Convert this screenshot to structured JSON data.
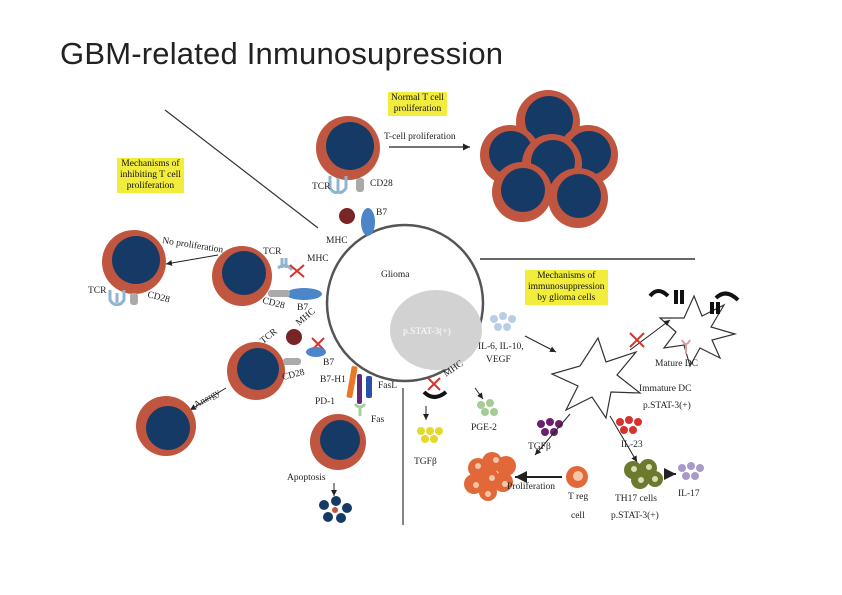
{
  "slide": {
    "title": "GBM-related Inmunosupression"
  },
  "boxes": {
    "normal": "Normal T cell\nproliferation",
    "inhibit": "Mechanisms of\ninhibiting T cell\nproliferation",
    "glioma_mech": "Mechanisms of\nimmunosuppression\nby glioma cells"
  },
  "labels": {
    "tcell_prolif": "T-cell proliferation",
    "tcr": "TCR",
    "cd28": "CD28",
    "b7": "B7",
    "mhc": "MHC",
    "no_prolif": "No proliferation",
    "glioma": "Glioma",
    "pstat": "p.STAT-3(+)",
    "anergy": "Anergy",
    "b7h1": "B7-H1",
    "pd1": "PD-1",
    "fasl": "FasL",
    "fas": "Fas",
    "apoptosis": "Apoptosis",
    "il6": "IL-6, IL-10,",
    "vegf": "VEGF",
    "pge2": "PGE-2",
    "tgfb": "TGFβ",
    "mature_dc": "Mature DC",
    "immature_dc": "Immature DC",
    "pstat_dc": "p.STAT-3(+)",
    "il23": "IL-23",
    "proliferation": "Proliferation",
    "treg": "T reg",
    "cell": "cell",
    "th17": "TH17 cells",
    "pstat_th17": "p.STAT-3(+)",
    "il17": "IL-17"
  },
  "colors": {
    "cell_outer": "#c0563f",
    "cell_nucleus": "#153a66",
    "highlight": "#f2ec3d",
    "receptor": "#8fb4cf",
    "inhibit_x": "#d6322e"
  }
}
